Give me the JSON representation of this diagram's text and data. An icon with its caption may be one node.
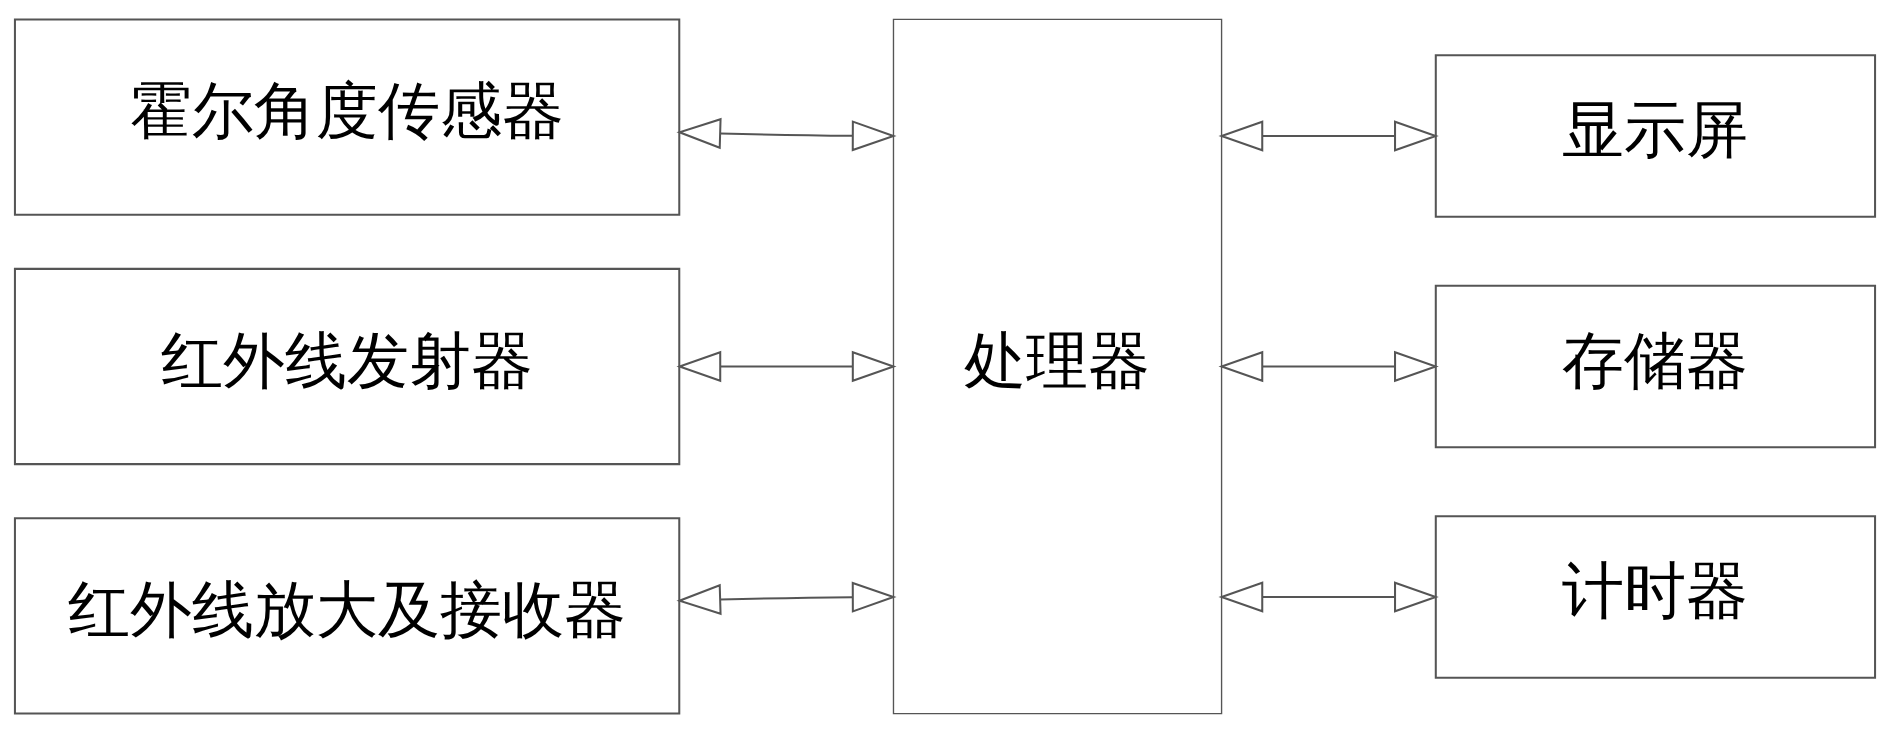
{
  "diagram": {
    "nodes": [
      {
        "text": [
          "霍尔角度传感器"
        ]
      },
      {
        "text": [
          "红外线发射器"
        ]
      },
      {
        "text": [
          "红外线放大及接收器"
        ]
      },
      {
        "text": [
          "处理器"
        ]
      },
      {
        "text": [
          "显示屏"
        ]
      },
      {
        "text": [
          "存储器"
        ]
      },
      {
        "text": [
          "计时器"
        ]
      }
    ],
    "edges": [
      {
        "from": 0,
        "to": 3,
        "arrow": "both"
      },
      {
        "from": 1,
        "to": 3,
        "arrow": "both"
      },
      {
        "from": 2,
        "to": 3,
        "arrow": "both"
      },
      {
        "from": 3,
        "to": 4,
        "arrow": "both"
      },
      {
        "from": 3,
        "to": 5,
        "arrow": "both"
      },
      {
        "from": 3,
        "to": 6,
        "arrow": "both"
      }
    ]
  }
}
